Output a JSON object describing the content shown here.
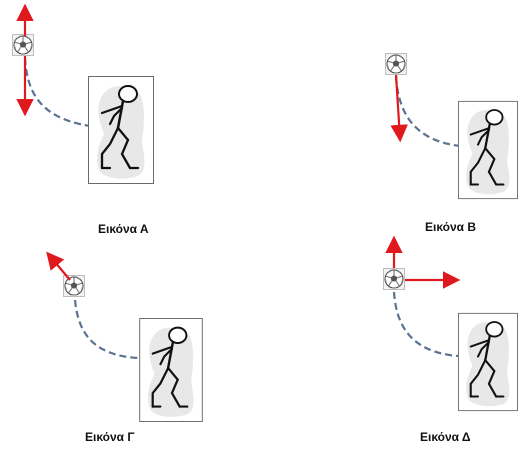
{
  "colors": {
    "arrow": "#e0191e",
    "trajectory": "#5b7291",
    "frame": "#555555",
    "figure_shadow": "#e6e6e6",
    "figure_stroke": "#111111",
    "ball_box": "#cccccc"
  },
  "panels": [
    {
      "id": "A",
      "caption": "Εικόνα Α",
      "arrows": [
        "up",
        "down"
      ]
    },
    {
      "id": "B",
      "caption": "Εικόνα Β",
      "arrows": [
        "down"
      ]
    },
    {
      "id": "C",
      "caption": "Εικόνα Γ",
      "arrows": [
        "up-left"
      ]
    },
    {
      "id": "D",
      "caption": "Εικόνα Δ",
      "arrows": [
        "up",
        "right"
      ]
    }
  ]
}
